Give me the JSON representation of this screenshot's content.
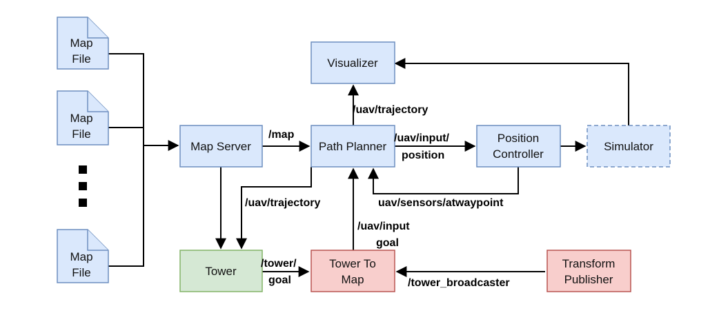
{
  "nodes": {
    "map_file_1": [
      "Map",
      "File"
    ],
    "map_file_2": [
      "Map",
      "File"
    ],
    "map_file_3": [
      "Map",
      "File"
    ],
    "map_server": "Map Server",
    "path_planner": "Path Planner",
    "visualizer": "Visualizer",
    "position_controller": [
      "Position",
      "Controller"
    ],
    "simulator": "Simulator",
    "tower": "Tower",
    "tower_to_map": [
      "Tower To",
      "Map"
    ],
    "transform_publisher": [
      "Transform",
      "Publisher"
    ]
  },
  "edge_labels": {
    "map": "/map",
    "uav_trajectory_up": "/uav/trajectory",
    "uav_input_position": [
      "/uav/input/",
      "position"
    ],
    "uav_trajectory_down": "/uav/trajectory",
    "uav_sensors": "uav/sensors/atwaypoint",
    "uav_input_goal": [
      "/uav/input",
      "goal"
    ],
    "tower_goal": [
      "/tower/",
      "goal"
    ],
    "tower_broadcaster": "/tower_broadcaster"
  },
  "colors": {
    "blue_fill": "#dae8fc",
    "blue_stroke": "#6c8ebf",
    "green_fill": "#d5e8d4",
    "green_stroke": "#82b366",
    "red_fill": "#f8cecc",
    "red_stroke": "#b85450"
  }
}
